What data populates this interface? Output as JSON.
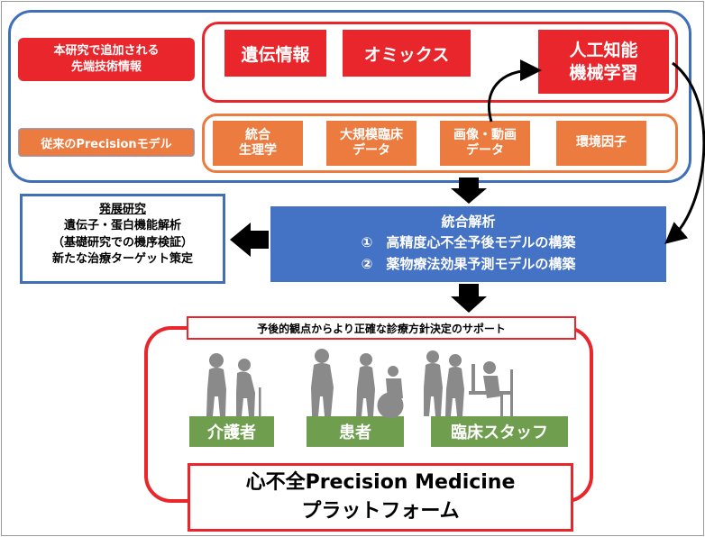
{
  "top": {
    "new_label": "本研究で追加される\n先端技術情報",
    "new_items": [
      "遺伝情報",
      "オミックス",
      "人工知能\n機械学習"
    ],
    "old_label": "従来のPrecisionモデル",
    "old_items": [
      "統合\n生理学",
      "大規模臨床\nデータ",
      "画像・動画\nデータ",
      "環境因子"
    ]
  },
  "dev": {
    "title": "発展研究",
    "lines": [
      "遺伝子・蛋白機能解析",
      "（基礎研究での機序検証）",
      "新たな治療ターゲット策定"
    ]
  },
  "analysis": {
    "title": "統合解析",
    "items": [
      "①　高精度心不全予後モデルの構築",
      "②　薬物療法効果予測モデルの構築"
    ]
  },
  "support": {
    "caption": "予後的観点からより正確な診療方針決定のサポート",
    "people": [
      "介護者",
      "患者",
      "臨床スタッフ"
    ],
    "platform": "心不全Precision Medicine\nプラットフォーム"
  },
  "colors": {
    "red": "#e8262b",
    "orange": "#ec7b3f",
    "blue": "#4472c4",
    "green": "#6f9e4e"
  }
}
